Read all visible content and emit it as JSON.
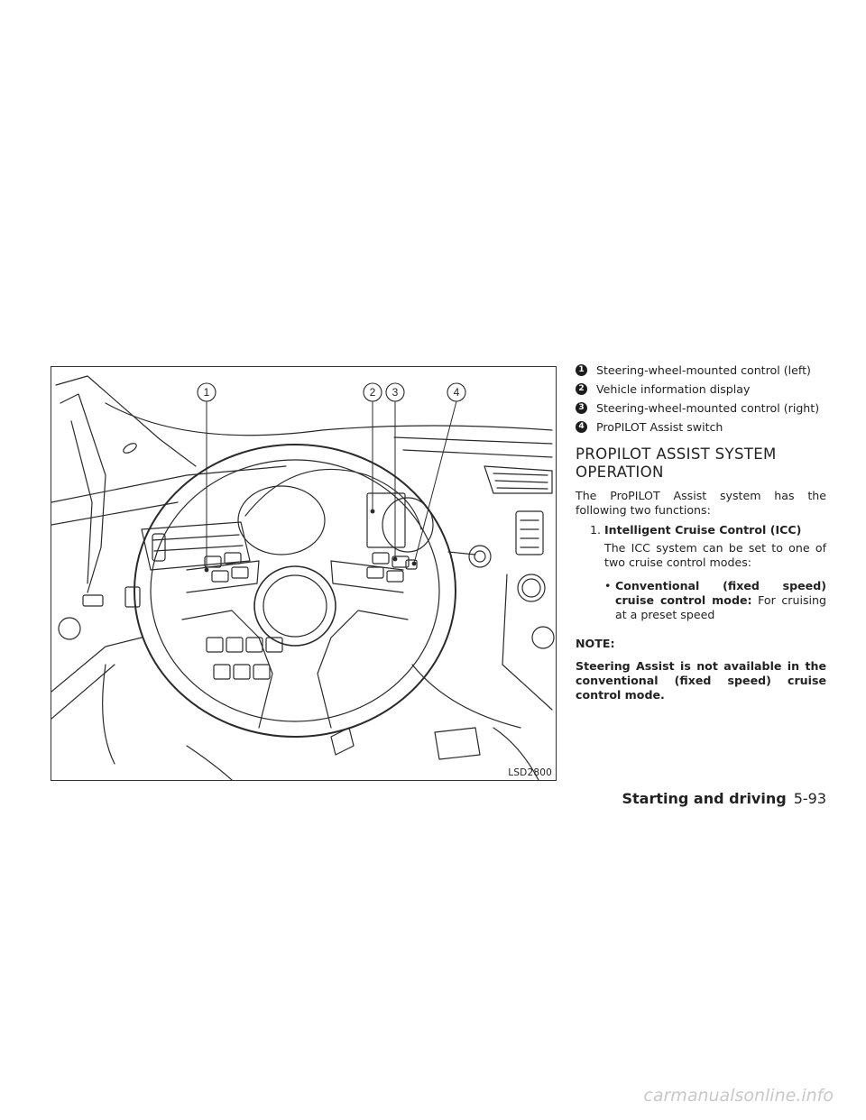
{
  "figure": {
    "code": "LSD2800",
    "callouts": [
      "1",
      "2",
      "3",
      "4"
    ]
  },
  "legend": [
    {
      "num": "1",
      "label": "Steering-wheel-mounted control (left)"
    },
    {
      "num": "2",
      "label": "Vehicle information display"
    },
    {
      "num": "3",
      "label": "Steering-wheel-mounted control (right)"
    },
    {
      "num": "4",
      "label": "ProPILOT Assist switch"
    }
  ],
  "section": {
    "title": "PROPILOT ASSIST SYSTEM OPERATION",
    "intro": "The ProPILOT Assist system has the following two functions:",
    "item1_num": "1.",
    "item1_title": "Intelligent Cruise Control (ICC)",
    "item1_text": "The ICC system can be set to one of two cruise control modes:",
    "bullet_marker": "•",
    "bullet_bold": "Conventional (fixed speed) cruise control mode:",
    "bullet_text": " For cruising at a preset speed",
    "note_label": "NOTE:",
    "note_text": "Steering Assist is not available in the conventional (fixed speed) cruise control mode."
  },
  "footer": {
    "section": "Starting and driving",
    "page": "5-93"
  },
  "watermark": "carmanualsonline.info"
}
